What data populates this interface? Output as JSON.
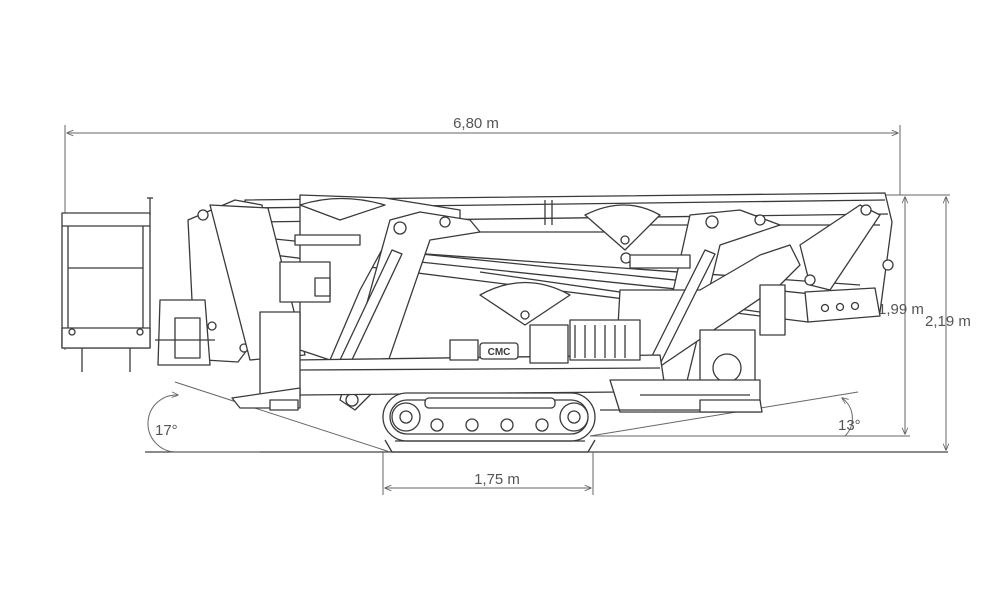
{
  "dimensions": {
    "overall_length": "6,80 m",
    "height_outer": "2,19 m",
    "height_inner": "1,99 m",
    "track_width": "1,75 m",
    "approach_angle_front": "17°",
    "approach_angle_rear": "13°"
  },
  "branding": {
    "logo_text": "CMC"
  },
  "colors": {
    "line": "#3a3a3a",
    "dimension": "#666666",
    "background": "#ffffff"
  }
}
